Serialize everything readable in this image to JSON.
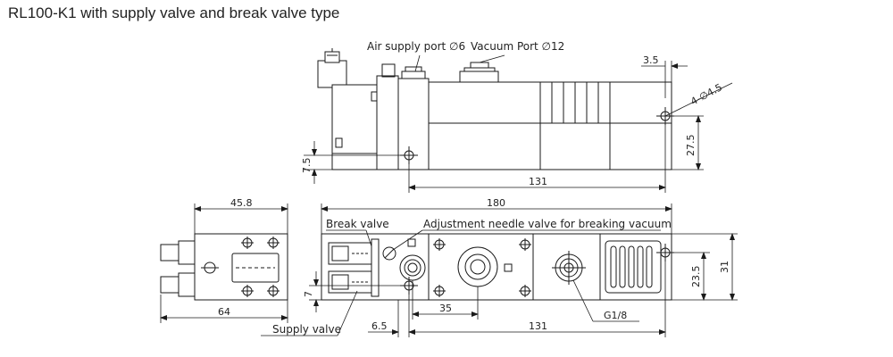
{
  "title": "RL100-K1 with supply valve and break valve type",
  "labels": {
    "air_supply_port": "Air supply port ∅6",
    "vacuum_port": "Vacuum Port ∅12",
    "break_valve": "Break valve",
    "adjustment_needle": "Adjustment needle valve for breaking vacuum",
    "supply_valve": "Supply valve",
    "thread": "G1/8"
  },
  "dimensions": {
    "d_3_5": "3.5",
    "d_4_phi_4_5": "4-∅4.5",
    "d_27_5": "27.5",
    "d_7_5": "7.5",
    "d_131_top": "131",
    "d_45_8": "45.8",
    "d_180": "180",
    "d_64": "64",
    "d_7": "7",
    "d_35": "35",
    "d_6_5": "6.5",
    "d_131_bottom": "131",
    "d_23_5": "23.5",
    "d_31": "31"
  },
  "colors": {
    "line": "#1a1a1a",
    "panel": "#f4f4f4"
  }
}
